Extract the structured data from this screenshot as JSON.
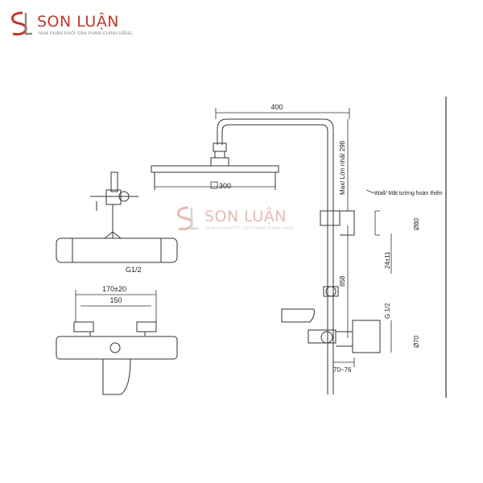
{
  "brand": {
    "name": "SON LUẬN",
    "tagline": "NHÀ PHÂN PHỐI SẢN PHẨM CHÍNH HÃNG",
    "primary_color": "#c0392b",
    "logo_icon": "sl-monogram-icon"
  },
  "watermark": {
    "name": "SON LUẬN",
    "tagline": "NHÀ PHÂN PHỐI SẢN PHẨM CHÍNH HÃNG"
  },
  "dimensions": {
    "top_width": "400",
    "head_size": "300",
    "max_height": "Max/ Lớn nhất 298",
    "wall_label": "Wall/ Mặt tường hoàn thiện",
    "d80": "Ø80",
    "range_24": "24±11",
    "height_858": "858",
    "thread_right": "G 1/2",
    "d70": "Ø70",
    "range_70_76": "70~76",
    "thread_left": "G1/2",
    "span_170": "170±20",
    "span_150": "150"
  }
}
